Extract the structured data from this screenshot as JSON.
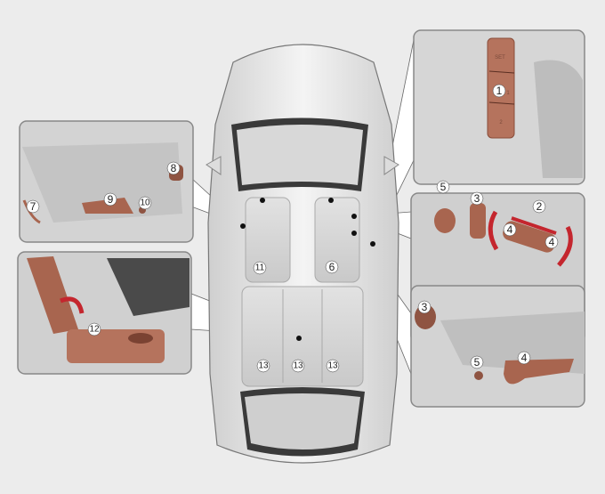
{
  "callouts": {
    "c1": "1",
    "c2": "2",
    "c3": "3",
    "c4": "4",
    "c5": "5",
    "c6": "6",
    "c7": "7",
    "c8": "8",
    "c9": "9",
    "c10": "10",
    "c11": "11",
    "c12": "12",
    "c13": "13"
  },
  "memory_buttons": {
    "set": "SET",
    "b1": "1",
    "b2": "2"
  },
  "colors": {
    "control": "#b5735d",
    "arrow": "#c4262e",
    "panel_border": "#8a8a8a",
    "background": "#ececec"
  }
}
